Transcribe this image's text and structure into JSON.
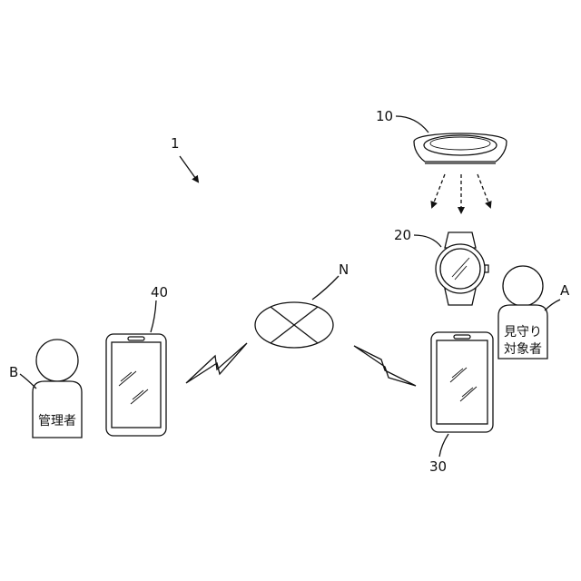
{
  "labels": {
    "system_ref": "1",
    "sensor_ref": "10",
    "watch_ref": "20",
    "target_phone_ref": "30",
    "admin_phone_ref": "40",
    "network_ref": "N",
    "target_person_ref": "A",
    "admin_person_ref": "B"
  },
  "persons": {
    "target_line1": "見守り",
    "target_line2": "対象者",
    "admin": "管理者"
  }
}
